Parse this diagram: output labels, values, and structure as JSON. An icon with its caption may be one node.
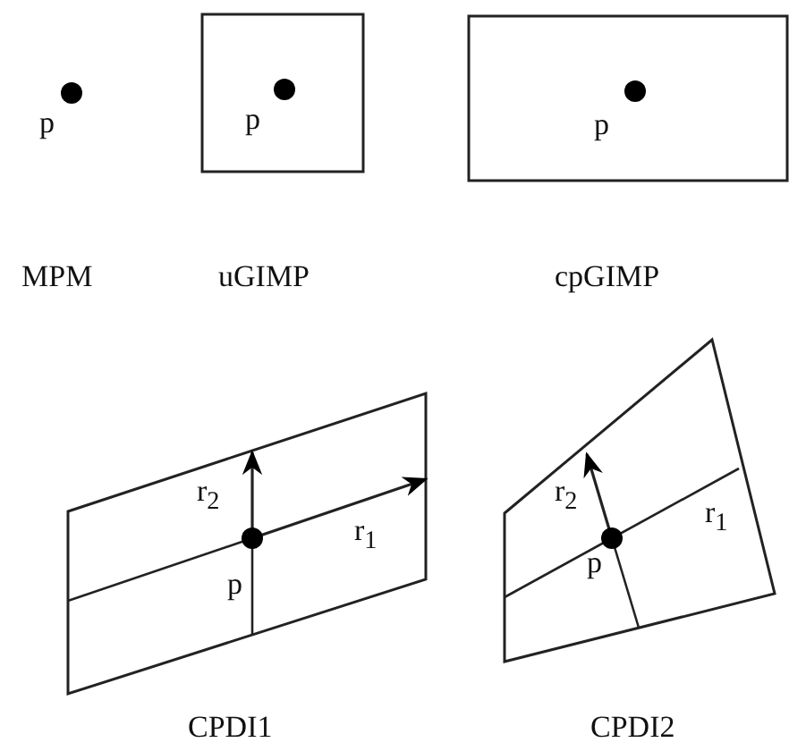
{
  "diagram": {
    "nodes": [
      {
        "text": [
          "p"
        ]
      },
      {
        "text": [
          "p"
        ]
      },
      {
        "text": [
          "r$_{2}$",
          "r$_{1}$",
          "p"
        ]
      },
      {
        "text": [
          "r$_{2}$",
          "p",
          "r$_{1}$"
        ]
      }
    ],
    "labels": [
      "p",
      "MPM",
      "uGIMP",
      "cpGIMP",
      "CPDI1",
      "CPDI2"
    ]
  }
}
